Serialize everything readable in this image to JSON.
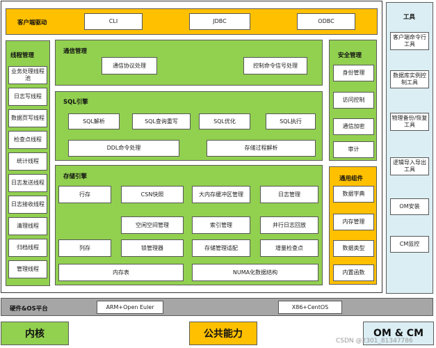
{
  "client_driver": {
    "title": "客户端驱动",
    "items": [
      "CLI",
      "JDBC",
      "ODBC"
    ]
  },
  "thread_mgmt": {
    "title": "线程管理",
    "items": [
      "业务处理线程池",
      "日志写线程",
      "数据页写线程",
      "检查点线程",
      "统计线程",
      "日志发送线程",
      "日志接收线程",
      "清理线程",
      "归档线程",
      "管理线程"
    ]
  },
  "comm_mgmt": {
    "title": "通信管理",
    "items": [
      "通信协议处理",
      "控制命令信号处理"
    ]
  },
  "sql_engine": {
    "title": "SQL引擎",
    "row1": [
      "SQL解析",
      "SQL查询重写",
      "SQL优化",
      "SQL执行"
    ],
    "row2": [
      "DDL命令处理",
      "存储过程解析"
    ]
  },
  "storage_engine": {
    "title": "存储引擎",
    "items": [
      "行存",
      "CSN快照",
      "大内存缓冲区管理",
      "日志管理",
      "空闲空间管理",
      "索引管理",
      "并行日志回放",
      "列存",
      "锁管理器",
      "存储管理适配",
      "增量检查点",
      "内存表",
      "NUMA化数据结构"
    ]
  },
  "security_mgmt": {
    "title": "安全管理",
    "items": [
      "身份管理",
      "访问控制",
      "通信加密",
      "审计"
    ]
  },
  "common_components": {
    "title": "通用组件",
    "items": [
      "数据字典",
      "内存管理",
      "数据类型",
      "内置函数"
    ]
  },
  "tools": {
    "title": "工具",
    "items": [
      "客户端命令行工具",
      "数据库实例控制工具",
      "物理备份/恢复工具",
      "逻辑导入导出工具",
      "OM安装",
      "CM监控"
    ]
  },
  "platform": {
    "title": "硬件&OS平台",
    "items": [
      "ARM+Open Euler",
      "X86+CentOS"
    ]
  },
  "legend": [
    "内核",
    "公共能力",
    "OM & CM"
  ],
  "watermark": "CSDN @2301_81347786",
  "colors": {
    "kernel": "#92d050",
    "common": "#ffc000",
    "om_cm": "#dbeef4",
    "platform": "#a6a6a6"
  }
}
